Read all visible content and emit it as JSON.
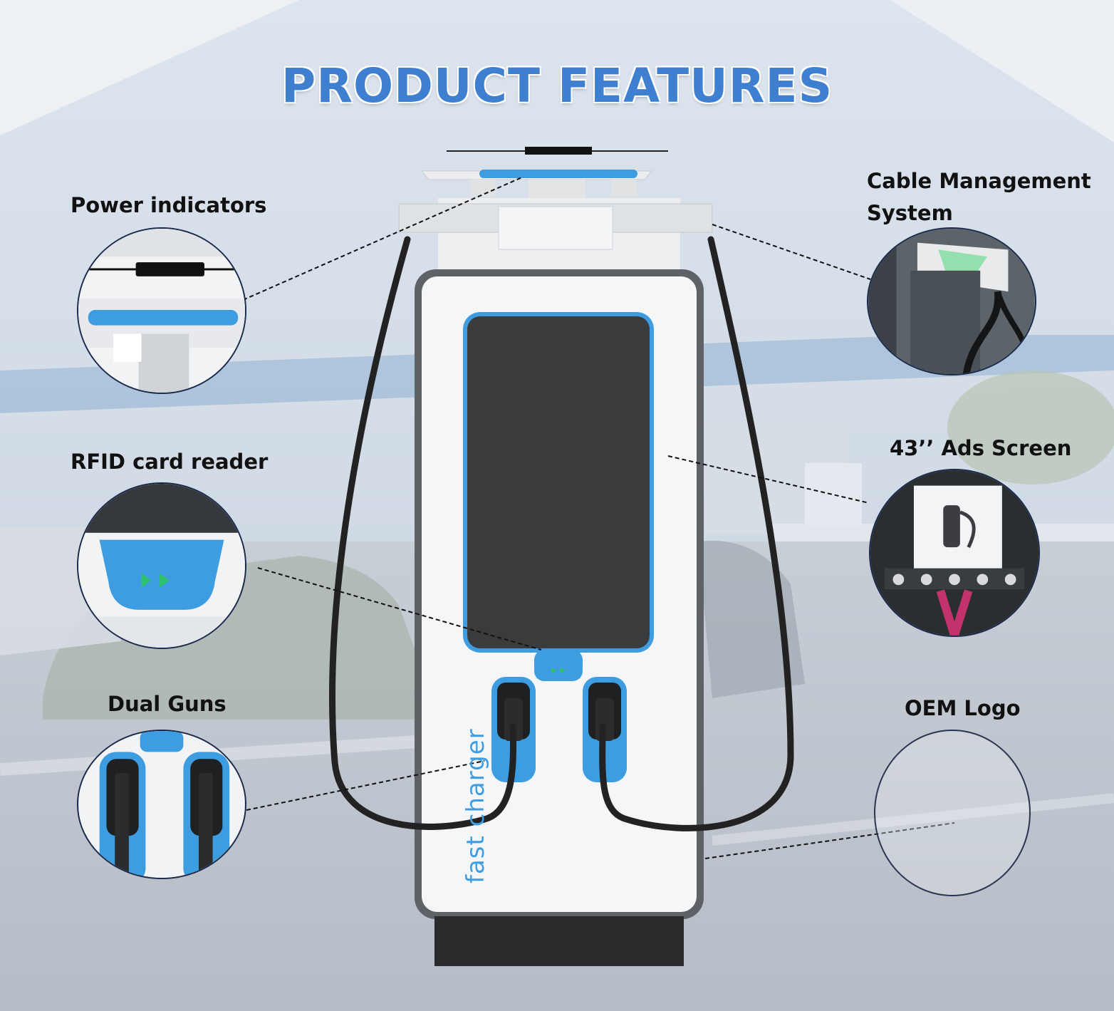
{
  "title": "PRODUCT FEATURES",
  "features": {
    "power_indicators": "Power indicators",
    "rfid_card_reader": "RFID card reader",
    "dual_guns": "Dual Guns",
    "cable_management": "Cable Management System",
    "ads_screen": "43’’ Ads Screen",
    "oem_logo": "OEM Logo"
  },
  "charger": {
    "brand_text": "fast charger"
  },
  "colors": {
    "title": "#3f7fd0",
    "accent_blue": "#3d9de0",
    "cable": "#222222",
    "body": "#f4f6f8"
  }
}
